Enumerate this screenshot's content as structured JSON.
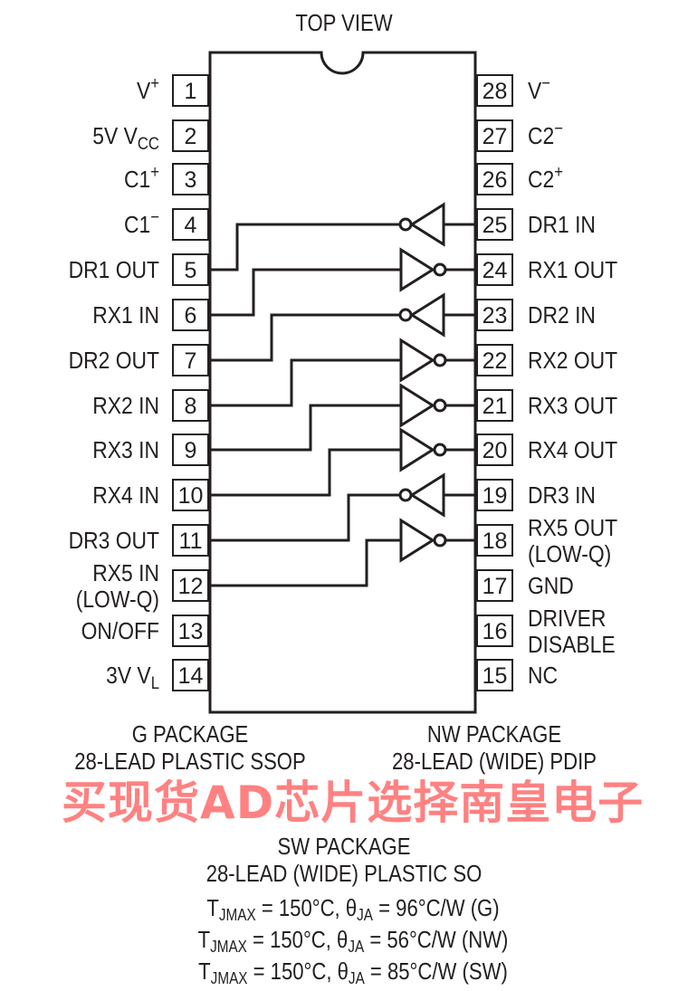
{
  "title": "TOP VIEW",
  "left_pins": [
    {
      "num": "1",
      "name": "V",
      "sup": "+",
      "sub": ""
    },
    {
      "num": "2",
      "name": "5V V",
      "sup": "",
      "sub": "CC"
    },
    {
      "num": "3",
      "name": "C1",
      "sup": "+",
      "sub": ""
    },
    {
      "num": "4",
      "name": "C1",
      "sup": "−",
      "sub": ""
    },
    {
      "num": "5",
      "name": "DR1 OUT",
      "sup": "",
      "sub": ""
    },
    {
      "num": "6",
      "name": "RX1 IN",
      "sup": "",
      "sub": ""
    },
    {
      "num": "7",
      "name": "DR2 OUT",
      "sup": "",
      "sub": ""
    },
    {
      "num": "8",
      "name": "RX2 IN",
      "sup": "",
      "sub": ""
    },
    {
      "num": "9",
      "name": "RX3 IN",
      "sup": "",
      "sub": ""
    },
    {
      "num": "10",
      "name": "RX4 IN",
      "sup": "",
      "sub": ""
    },
    {
      "num": "11",
      "name": "DR3 OUT",
      "sup": "",
      "sub": ""
    },
    {
      "num": "12",
      "name": "RX5 IN",
      "name2": "(LOW-Q)",
      "sup": "",
      "sub": ""
    },
    {
      "num": "13",
      "name": "ON/OFF",
      "sup": "",
      "sub": ""
    },
    {
      "num": "14",
      "name": "3V V",
      "sup": "",
      "sub": "L"
    }
  ],
  "right_pins": [
    {
      "num": "28",
      "name": "V",
      "sup": "−",
      "sub": ""
    },
    {
      "num": "27",
      "name": "C2",
      "sup": "−",
      "sub": ""
    },
    {
      "num": "26",
      "name": "C2",
      "sup": "+",
      "sub": ""
    },
    {
      "num": "25",
      "name": "DR1 IN",
      "sup": "",
      "sub": ""
    },
    {
      "num": "24",
      "name": "RX1 OUT",
      "sup": "",
      "sub": ""
    },
    {
      "num": "23",
      "name": "DR2 IN",
      "sup": "",
      "sub": ""
    },
    {
      "num": "22",
      "name": "RX2 OUT",
      "sup": "",
      "sub": ""
    },
    {
      "num": "21",
      "name": "RX3 OUT",
      "sup": "",
      "sub": ""
    },
    {
      "num": "20",
      "name": "RX4 OUT",
      "sup": "",
      "sub": ""
    },
    {
      "num": "19",
      "name": "DR3 IN",
      "sup": "",
      "sub": ""
    },
    {
      "num": "18",
      "name": "RX5 OUT",
      "name2": "(LOW-Q)",
      "sup": "",
      "sub": ""
    },
    {
      "num": "17",
      "name": "GND",
      "sup": "",
      "sub": ""
    },
    {
      "num": "16",
      "name": "DRIVER",
      "name2": "DISABLE",
      "sup": "",
      "sub": ""
    },
    {
      "num": "15",
      "name": "NC",
      "sup": "",
      "sub": ""
    }
  ],
  "gates": [
    {
      "type": "driver",
      "input_pin": 25,
      "output_pin": 5
    },
    {
      "type": "receiver",
      "input_pin": 6,
      "output_pin": 24
    },
    {
      "type": "driver",
      "input_pin": 23,
      "output_pin": 7
    },
    {
      "type": "receiver",
      "input_pin": 8,
      "output_pin": 22
    },
    {
      "type": "receiver",
      "input_pin": 9,
      "output_pin": 21
    },
    {
      "type": "receiver",
      "input_pin": 10,
      "output_pin": 20
    },
    {
      "type": "driver",
      "input_pin": 19,
      "output_pin": 11
    },
    {
      "type": "receiver",
      "input_pin": 12,
      "output_pin": 18
    }
  ],
  "packages": {
    "g_name": "G PACKAGE",
    "g_desc": "28-LEAD PLASTIC SSOP",
    "nw_name": "NW PACKAGE",
    "nw_desc": "28-LEAD (WIDE) PDIP",
    "sw_name": "SW PACKAGE",
    "sw_desc": "28-LEAD (WIDE) PLASTIC SO"
  },
  "thermal": [
    {
      "t": "T",
      "tsub": "JMAX",
      "a": " = 150°C, θ",
      "asub": "JA",
      "b": " = 96°C/W (G)"
    },
    {
      "t": "T",
      "tsub": "JMAX",
      "a": " = 150°C, θ",
      "asub": "JA",
      "b": " = 56°C/W (NW)"
    },
    {
      "t": "T",
      "tsub": "JMAX",
      "a": " = 150°C, θ",
      "asub": "JA",
      "b": " = 85°C/W (SW)"
    }
  ],
  "watermark": "买现货AD芯片选择南皇电子",
  "colors": {
    "ink": "#231f20",
    "watermark": "#ff5050"
  }
}
